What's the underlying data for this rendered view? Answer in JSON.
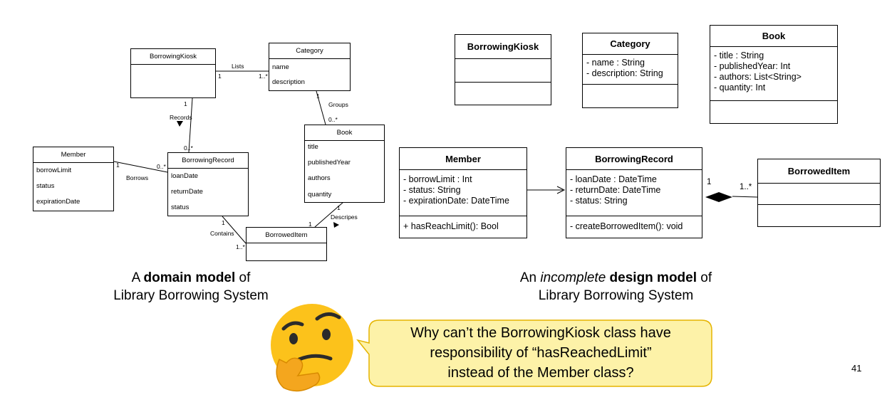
{
  "domain_model": {
    "classes": {
      "borrowing_kiosk": {
        "name": "BorrowingKiosk"
      },
      "category": {
        "name": "Category",
        "attrs": [
          "name",
          "description"
        ]
      },
      "book": {
        "name": "Book",
        "attrs": [
          "title",
          "publishedYear",
          "authors",
          "quantity"
        ]
      },
      "member": {
        "name": "Member",
        "attrs": [
          "borrowLimit",
          "status",
          "expirationDate"
        ]
      },
      "borrowing_record": {
        "name": "BorrowingRecord",
        "attrs": [
          "loanDate",
          "returnDate",
          "status"
        ]
      },
      "borrowed_item": {
        "name": "BorrowedItem"
      }
    },
    "associations": {
      "lists": {
        "label": "Lists",
        "mult_a": "1",
        "mult_b": "1..*"
      },
      "records": {
        "label": "Records",
        "mult_a": "1",
        "mult_b": "0..*"
      },
      "groups": {
        "label": "Groups",
        "mult_a": "1",
        "mult_b": "0..*"
      },
      "borrows": {
        "label": "Borrows",
        "mult_a": "1",
        "mult_b": "0..*"
      },
      "contains": {
        "label": "Contains",
        "mult_a": "1",
        "mult_b": "1..*"
      },
      "descripes": {
        "label": "Descripes",
        "mult_a": "1",
        "mult_b": "1"
      }
    },
    "caption_prefix": "A ",
    "caption_bold": "domain model",
    "caption_suffix": " of",
    "caption_line2": "Library Borrowing System"
  },
  "design_model": {
    "classes": {
      "borrowing_kiosk": {
        "name": "BorrowingKiosk"
      },
      "category": {
        "name": "Category",
        "attrs": [
          "- name : String",
          "- description: String"
        ]
      },
      "book": {
        "name": "Book",
        "attrs": [
          "- title : String",
          "- publishedYear: Int",
          "- authors: List<String>",
          "- quantity: Int"
        ]
      },
      "member": {
        "name": "Member",
        "attrs": [
          "- borrowLimit : Int",
          "- status: String",
          "- expirationDate: DateTime"
        ],
        "ops": [
          "+ hasReachLimit(): Bool"
        ]
      },
      "borrowing_record": {
        "name": "BorrowingRecord",
        "attrs": [
          "- loanDate : DateTime",
          "- returnDate: DateTime",
          "- status: String"
        ],
        "ops": [
          "- createBorrowedItem(): void"
        ]
      },
      "borrowed_item": {
        "name": "BorrowedItem"
      }
    },
    "composition": {
      "mult_whole": "1",
      "mult_part": "1..*"
    },
    "caption_prefix": "An ",
    "caption_italic": "incomplete",
    "caption_bold": "design model",
    "caption_suffix": " of",
    "caption_line2": "Library Borrowing System"
  },
  "question": {
    "lines": [
      "Why can’t the BorrowingKiosk class have",
      "responsibility of “hasReachedLimit”",
      "instead of the Member class?"
    ]
  },
  "page_number": "41",
  "colors": {
    "bubble_fill": "#fdf2a8",
    "bubble_stroke": "#e5b400",
    "emoji_face": "#fcc21b"
  }
}
